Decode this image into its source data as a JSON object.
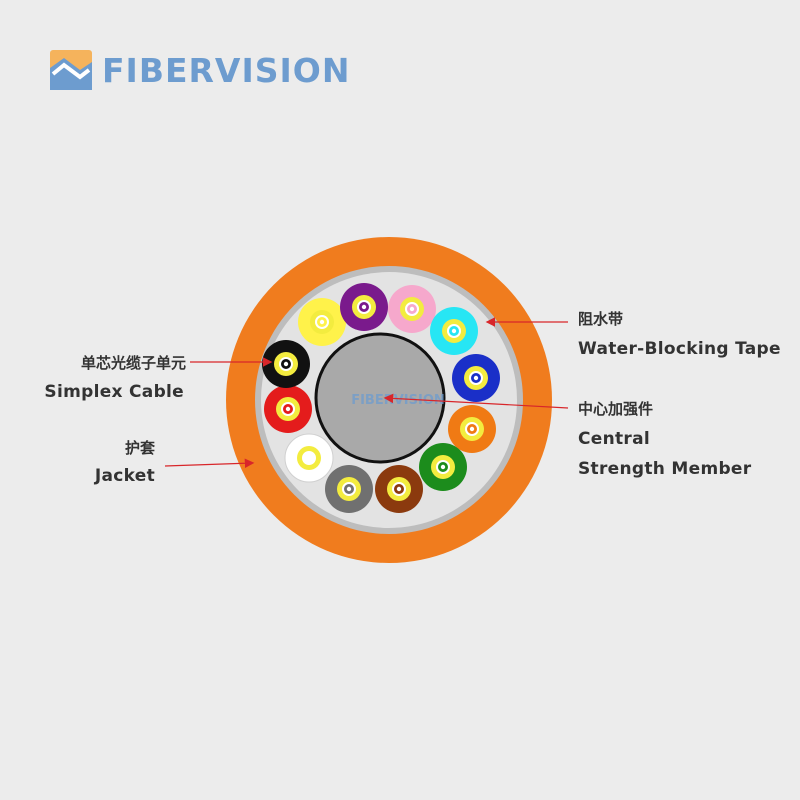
{
  "brand": {
    "name": "FIBERVISION",
    "accent": "#6d9ccf",
    "logo_icon": "fibervision-logo-icon"
  },
  "cable": {
    "center_watermark": "FIBERVISION",
    "colors": {
      "jacket": "#f07c1e",
      "tape": "#bdbdbd",
      "filler": "#e3e3e3",
      "strength_member": "#a9a9a9"
    },
    "units": [
      {
        "color": "#fff24a"
      },
      {
        "color": "#7a1a8c"
      },
      {
        "color": "#f6a8cc"
      },
      {
        "color": "#27e6f4"
      },
      {
        "color": "#1a2fc8"
      },
      {
        "color": "#f07a14"
      },
      {
        "color": "#1c8c1c"
      },
      {
        "color": "#8b3a0e"
      },
      {
        "color": "#707070"
      },
      {
        "color": "#ffffff"
      },
      {
        "color": "#e41c1c"
      },
      {
        "color": "#111111"
      }
    ]
  },
  "labels": {
    "water_blocking_cn": "阻水带",
    "water_blocking_en": "Water-Blocking Tape",
    "simplex_cn": "单芯光缆子单元",
    "simplex_en": "Simplex Cable",
    "strength_cn": "中心加强件",
    "strength_en_1": "Central",
    "strength_en_2": "Strength Member",
    "jacket_cn": "护套",
    "jacket_en": "Jacket"
  },
  "arrow_color": "#d8262a"
}
